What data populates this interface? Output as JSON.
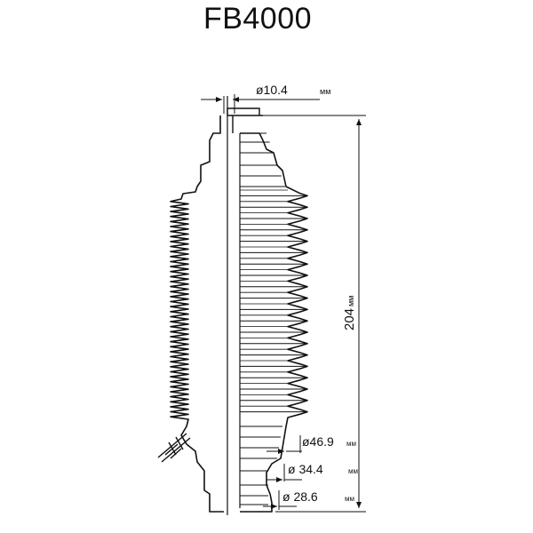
{
  "title": "FB4000",
  "dimensions": {
    "top_diameter": "ø10.4",
    "top_unit": "мм",
    "length": "204",
    "length_unit": "мм",
    "d1": "ø46.9",
    "d1_unit": "мм",
    "d2": "ø 34.4",
    "d2_unit": "мм",
    "d3": "ø 28.6",
    "d3_unit": "мм"
  }
}
